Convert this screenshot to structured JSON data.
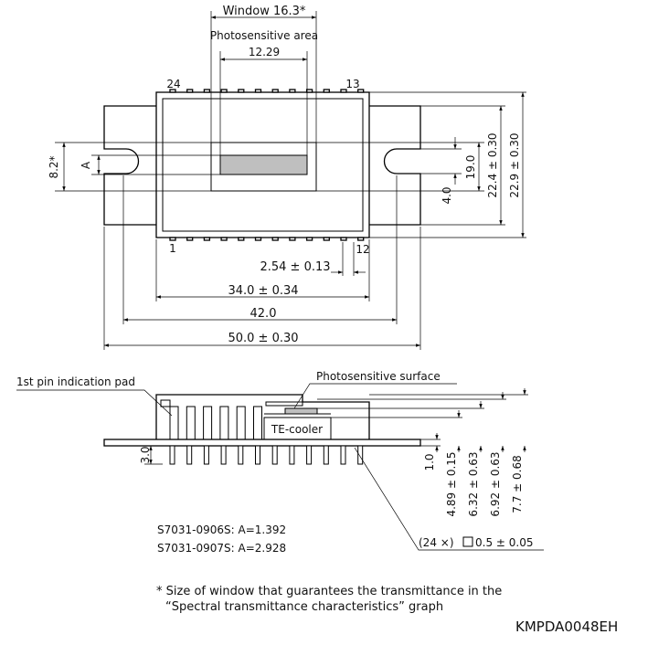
{
  "top_view": {
    "window_label": "Window 16.3*",
    "photosensitive_area_label": "Photosensitive area",
    "area_width": "12.29",
    "pin_24": "24",
    "pin_13": "13",
    "pin_1": "1",
    "pin_12": "12",
    "height_82": "8.2*",
    "label_a": "A",
    "dim_19": "19.0",
    "dim_4": "4.0",
    "dim_224": "22.4 ± 0.30",
    "dim_229": "22.9 ± 0.30",
    "pitch": "2.54 ± 0.13",
    "dim_34": "34.0 ± 0.34",
    "dim_42": "42.0",
    "dim_50": "50.0 ± 0.30"
  },
  "side_view": {
    "pin1_pad_label": "1st pin indication pad",
    "surface_label": "Photosensitive surface",
    "te_cooler": "TE-cooler",
    "dim_30": "3.0",
    "dim_10": "1.0",
    "dim_489": "4.89 ± 0.15",
    "dim_632": "6.32 ± 0.63",
    "dim_692": "6.92 ± 0.63",
    "dim_77": "7.7 ± 0.68",
    "pin_note_prefix": "(24 ×)",
    "pin_note_suffix": "0.5 ± 0.05"
  },
  "models": {
    "line1": "S7031-0906S: A=1.392",
    "line2": "S7031-0907S: A=2.928"
  },
  "footnote": {
    "line1": "* Size of window that guarantees the transmittance in the",
    "line2": "“Spectral transmittance characteristics” graph"
  },
  "drawing_code": "KMPDA0048EH"
}
